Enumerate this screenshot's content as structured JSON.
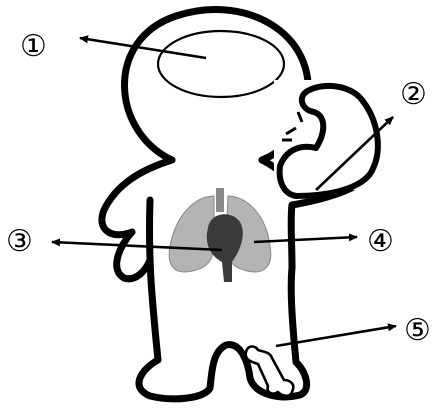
{
  "labels": [
    {
      "id": "1",
      "text": "①"
    },
    {
      "id": "2",
      "text": "②"
    },
    {
      "id": "3",
      "text": "③"
    },
    {
      "id": "4",
      "text": "④"
    },
    {
      "id": "5",
      "text": "⑤"
    }
  ],
  "colors": {
    "outline": "#000000",
    "lung": "#b4b4b4",
    "heart": "#3a3a3a",
    "background": "#ffffff"
  },
  "icons": {
    "brain": "brain-oval-icon",
    "muscle": "flexed-arm-icon",
    "lungs": "lungs-icon",
    "heart": "heart-icon",
    "bone": "bone-icon"
  }
}
